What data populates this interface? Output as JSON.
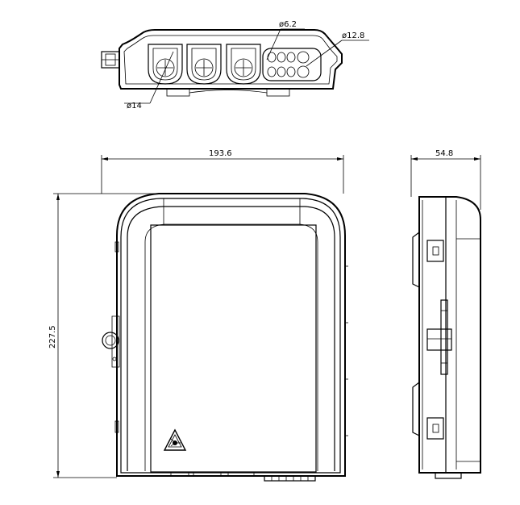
{
  "drawing": {
    "dimensions": {
      "width": "193.6",
      "height": "227.5",
      "depth": "54.8",
      "port_diameter": "ø14",
      "small_hole_diameter": "ø6.2",
      "large_hole_diameter": "ø12.8"
    },
    "colors": {
      "line": "#000000",
      "background": "#ffffff"
    }
  }
}
